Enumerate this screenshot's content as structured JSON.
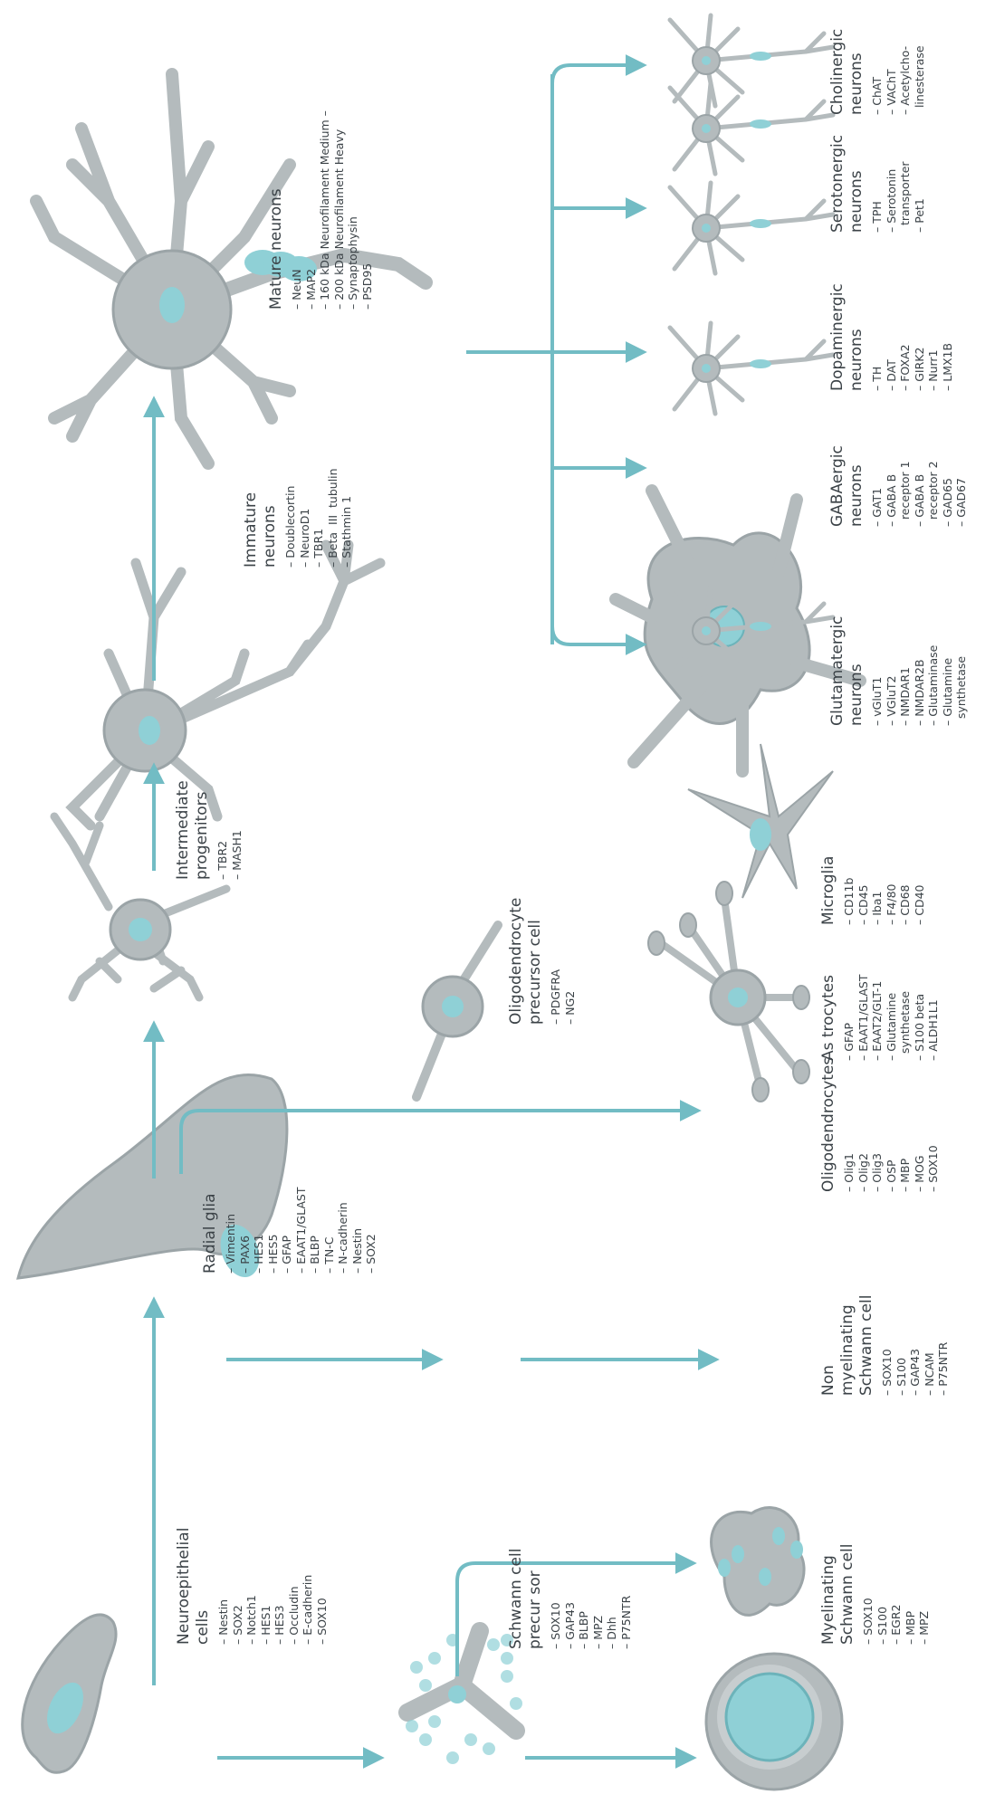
{
  "colors": {
    "arrow": "#72bcc4",
    "cell": "#b4bbbd",
    "cell_dark": "#9ba4a7",
    "nucleus": "#8fd0d6",
    "text": "#3b4247"
  },
  "stages": {
    "neuroepithelial": {
      "title": "Neuroepithelial\ncells",
      "markers": [
        "Nestin",
        "SOX2",
        "Notch1",
        "HES1",
        "HES3",
        "Occludin",
        "E-cadherin",
        "SOX10"
      ]
    },
    "radial_glia": {
      "title": "Radial glia",
      "markers": [
        "Vimentin",
        "PAX6",
        "HES1",
        "HES5",
        "GFAP",
        "EAAT1/GLAST",
        "BLBP",
        "TN-C",
        "N-cadherin",
        "Nestin",
        "SOX2"
      ]
    },
    "intermediate": {
      "title": "Intermediate\nprogenitors",
      "markers": [
        "TBR2",
        "MASH1"
      ]
    },
    "immature": {
      "title": "Immature\nneurons",
      "markers": [
        "Doublecortin",
        "NeuroD1",
        "TBR1",
        "Beta  III  tubulin",
        "Stathmin 1"
      ]
    },
    "mature": {
      "title": "Mature neurons",
      "markers": [
        "NeuN",
        "MAP2",
        "160 kDa Neurofilament Medium –",
        "200 kDa Neurofilament Heavy",
        "Synaptophysin",
        "PSD95"
      ]
    },
    "schwann_precursor": {
      "title": "Schwann cell\nprecur sor",
      "markers": [
        "SOX10",
        "GAP43",
        "BLBP",
        "MPZ",
        "Dhh",
        "P75NTR"
      ]
    },
    "myelinating": {
      "title": "Myelinating\nSchwann cell",
      "markers": [
        "SOX10",
        "S100",
        "EGR2",
        "MBP",
        "MPZ"
      ]
    },
    "non_myelinating": {
      "title": "Non\nmyelinating\nSchwann cell",
      "markers": [
        "SOX10",
        "S100",
        "GAP43",
        "NCAM",
        "P75NTR"
      ]
    },
    "opc": {
      "title": "Oligodendrocyte\nprecursor cell",
      "markers": [
        "PDGFRA",
        "NG2"
      ]
    },
    "oligodendrocytes": {
      "title": "Oligodendrocytes",
      "markers": [
        "Olig1",
        "Olig2",
        "Olig3",
        "OSP",
        "MBP",
        "MOG",
        "SOX10"
      ]
    },
    "astrocytes": {
      "title": "As trocytes",
      "markers": [
        "GFAP",
        "EAAT1/GLAST",
        "EAAT2/GLT-1",
        "Glutamine\n  synthetase",
        "S100 beta",
        "ALDH1L1"
      ]
    },
    "microglia": {
      "title": "Microglia",
      "markers": [
        "CD11b",
        "CD45",
        "Iba1",
        "F4/80",
        "CD68",
        "CD40"
      ]
    },
    "glutamatergic": {
      "title": "Glutamatergic\nneurons",
      "markers": [
        "vGluT1",
        "VGluT2",
        "NMDAR1",
        "NMDAR2B",
        "Glutaminase",
        "Glutamine\n  synthetase"
      ]
    },
    "gabaergic": {
      "title": "GABAergic\nneurons",
      "markers": [
        "GAT1",
        "GABA B\n  receptor 1",
        "GABA B\n  receptor 2",
        "GAD65",
        "GAD67"
      ]
    },
    "dopaminergic": {
      "title": "Dopaminergic\nneurons",
      "markers": [
        "TH",
        "DAT",
        "FOXA2",
        "GIRK2",
        "Nurr1",
        "LMX1B"
      ]
    },
    "serotonergic": {
      "title": "Serotonergic\nneurons",
      "markers": [
        "TPH",
        "Serotonin\n  transporter",
        "Pet1"
      ]
    },
    "cholinergic": {
      "title": "Cholinergic\nneurons",
      "markers": [
        "ChAT",
        "VAChT",
        "Acetylcho-\n  linesterase"
      ]
    }
  }
}
